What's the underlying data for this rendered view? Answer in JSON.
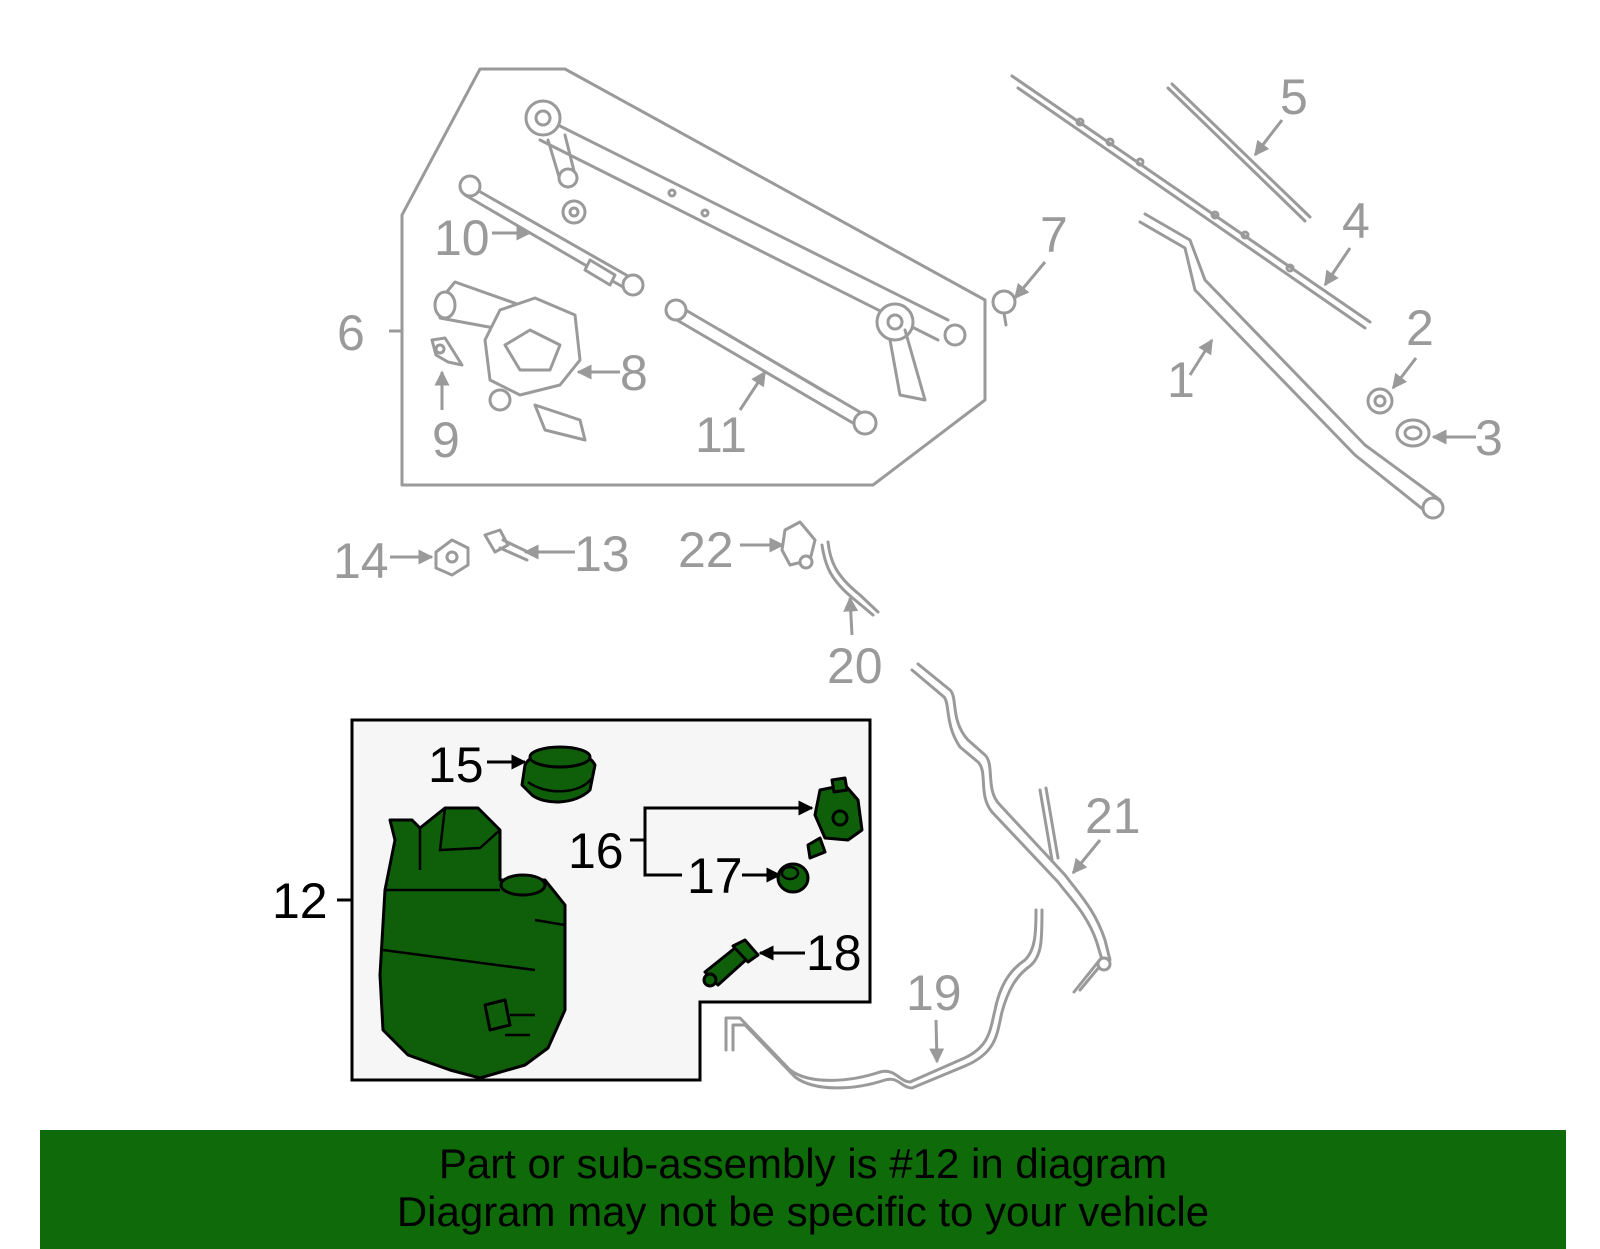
{
  "diagram": {
    "callouts": {
      "c1": "1",
      "c2": "2",
      "c3": "3",
      "c4": "4",
      "c5": "5",
      "c6": "6",
      "c7": "7",
      "c8": "8",
      "c9": "9",
      "c10": "10",
      "c11": "11",
      "c12": "12",
      "c13": "13",
      "c14": "14",
      "c15": "15",
      "c16": "16",
      "c17": "17",
      "c18": "18",
      "c19": "19",
      "c20": "20",
      "c21": "21",
      "c22": "22"
    },
    "highlighted_part": "12",
    "colors": {
      "highlight": "#0f5f0a",
      "inactive": "#9a9a9a",
      "footer_bg": "#0f6a0a"
    }
  },
  "footer": {
    "line1": "Part or sub-assembly is #12 in diagram",
    "line2": "Diagram may not be specific to your vehicle"
  }
}
